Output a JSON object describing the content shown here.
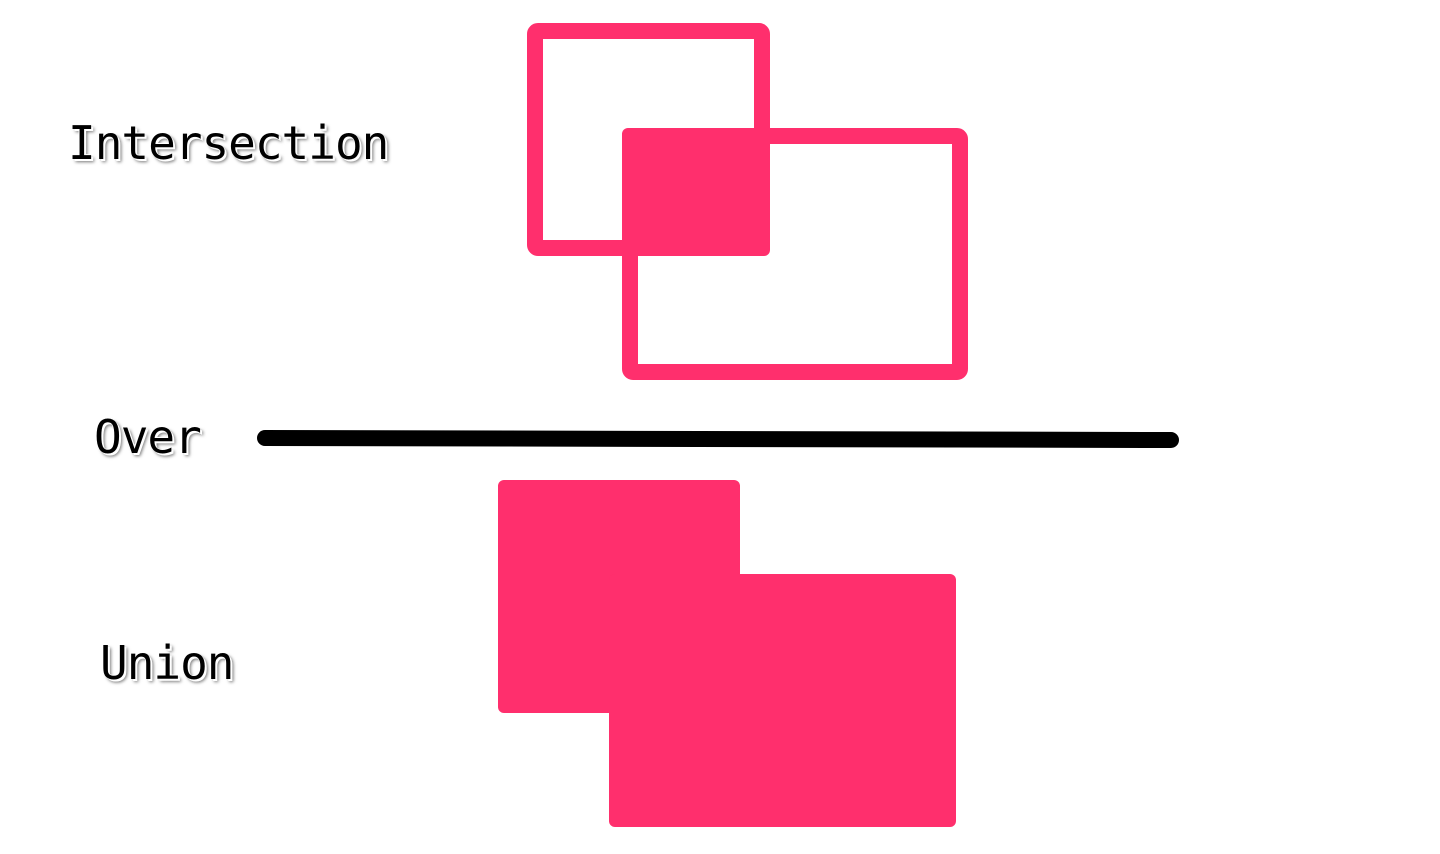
{
  "labels": {
    "intersection": "Intersection",
    "over": "Over",
    "union": "Union"
  },
  "colors": {
    "shape": "#ff2f6d",
    "divider": "#000000",
    "background": "#ffffff"
  }
}
